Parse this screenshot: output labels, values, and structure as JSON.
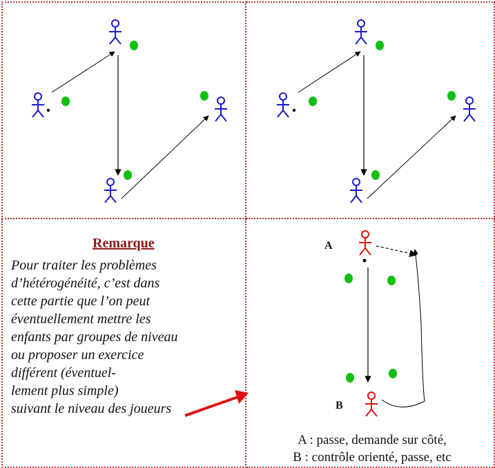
{
  "remarque": {
    "title": "Remarque",
    "lines": [
      "Pour traiter les problèmes",
      "d’hétérogénéité, c’est dans",
      "cette partie que l’on peut",
      "éventuellement mettre les",
      "enfants par groupes de niveau",
      "ou proposer un exercice",
      "différent (éventuel-",
      "lement plus simple)",
      "suivant le niveau des joueurs"
    ]
  },
  "diagram": {
    "label_a": "A",
    "label_b": "B",
    "caption_line1": "A : passe, demande sur côté,",
    "caption_line2": "B : contrôle orienté, passe, etc"
  },
  "colors": {
    "player_blue": "#1a1acc",
    "player_red": "#e01010",
    "ball_green": "#10c010",
    "border": "#b03030",
    "title_red": "#8b1a1a"
  }
}
